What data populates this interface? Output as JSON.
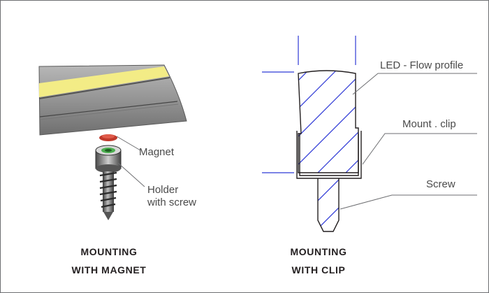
{
  "left_panel": {
    "label_magnet": "Magnet",
    "label_holder_line1": "Holder",
    "label_holder_line2": "with screw",
    "caption_line1": "MOUNTING",
    "caption_line2": "WITH MAGNET"
  },
  "right_panel": {
    "label_profile": "LED - Flow profile",
    "label_clip": "Mount . clip",
    "label_screw": "Screw",
    "caption_line1": "MOUNTING",
    "caption_line2": "WITH CLIP"
  },
  "colors": {
    "frame": "#6d6e71",
    "hatch": "#2f3ad6",
    "outline": "#231f20",
    "profile_gray": "#8c8c8c",
    "led_yellow": "#f3ec86",
    "magnet_red": "#c0392b",
    "holder_green": "#4caf50"
  }
}
